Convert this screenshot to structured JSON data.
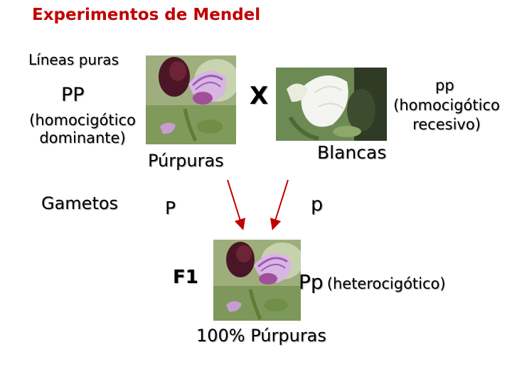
{
  "title": "Experimentos de Mendel",
  "parents_label": "Líneas puras",
  "parent_left": {
    "genotype": "PP",
    "description": "(homocigótico dominante)",
    "phenotype": "Púrpuras",
    "gamete": "P"
  },
  "cross_symbol": "X",
  "parent_right": {
    "genotype": "pp",
    "description": "(homocigótico recesivo)",
    "phenotype": "Blancas",
    "gamete": "p"
  },
  "gametes_label": "Gametos",
  "f1": {
    "label": "F1",
    "genotype": "Pp",
    "genotype_note": "(heterocigótico)",
    "result": "100% Púrpuras"
  },
  "colors": {
    "title": "#c00000",
    "arrow": "#c00000",
    "purple_flower": "#b07bc8",
    "white_flower": "#f4f4f0"
  },
  "icons": {
    "purple_photo": "purple-pea-flower-photo",
    "white_photo": "white-pea-flower-photo",
    "f1_photo": "f1-purple-pea-flower-photo"
  }
}
